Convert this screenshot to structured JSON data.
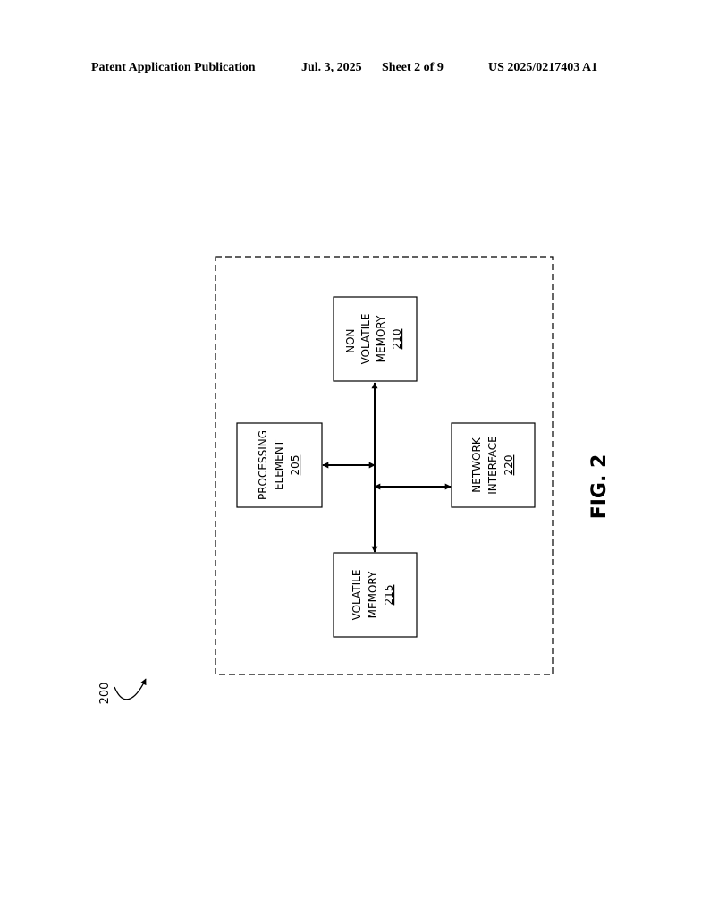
{
  "header": {
    "publication": "Patent Application Publication",
    "date": "Jul. 3, 2025",
    "sheet": "Sheet 2 of 9",
    "number": "US 2025/0217403 A1"
  },
  "figure": {
    "label": "FIG. 2",
    "ref": "200"
  },
  "blocks": {
    "processing": {
      "lines": [
        "PROCESSING",
        "ELEMENT"
      ],
      "ref": "205"
    },
    "nonvolatile": {
      "lines": [
        "NON-",
        "VOLATILE",
        "MEMORY"
      ],
      "ref": "210"
    },
    "volatile": {
      "lines": [
        "VOLATILE",
        "MEMORY"
      ],
      "ref": "215"
    },
    "network": {
      "lines": [
        "NETWORK",
        "INTERFACE"
      ],
      "ref": "220"
    }
  }
}
